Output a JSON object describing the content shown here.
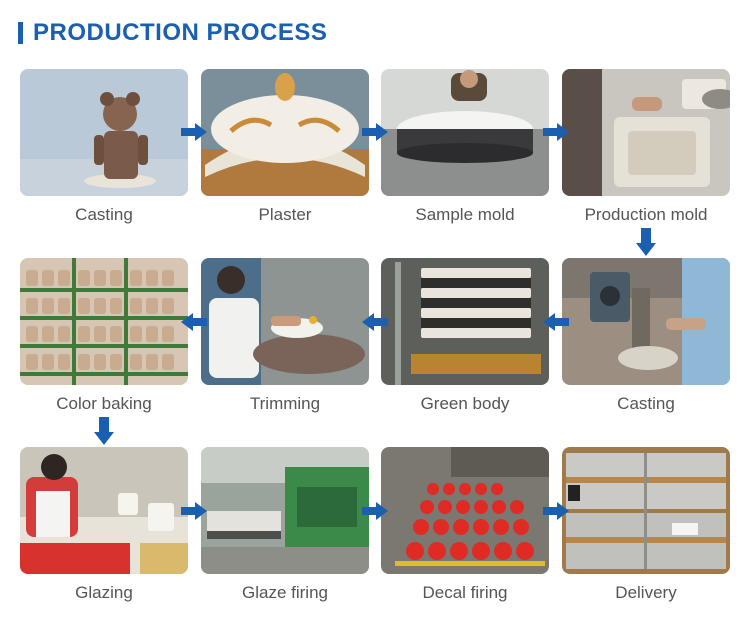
{
  "header": {
    "title": "PRODUCTION PROCESS"
  },
  "colors": {
    "accent": "#1a5fb0",
    "caption": "#555555"
  },
  "steps": [
    {
      "label": "Casting",
      "icon": "bear-figurine-photo"
    },
    {
      "label": "Plaster",
      "icon": "plaster-lid-photo"
    },
    {
      "label": "Sample mold",
      "icon": "round-mold-photo"
    },
    {
      "label": "Production mold",
      "icon": "production-mold-photo"
    },
    {
      "label": "Casting",
      "icon": "casting-machine-photo"
    },
    {
      "label": "Green body",
      "icon": "green-body-rack-photo"
    },
    {
      "label": "Trimming",
      "icon": "trimming-worker-photo"
    },
    {
      "label": "Color baking",
      "icon": "color-baking-rack-photo"
    },
    {
      "label": "Glazing",
      "icon": "glazing-worker-photo"
    },
    {
      "label": "Glaze firing",
      "icon": "kiln-line-photo"
    },
    {
      "label": "Decal firing",
      "icon": "decal-mugs-photo"
    },
    {
      "label": "Delivery",
      "icon": "cartons-pallet-photo"
    }
  ]
}
